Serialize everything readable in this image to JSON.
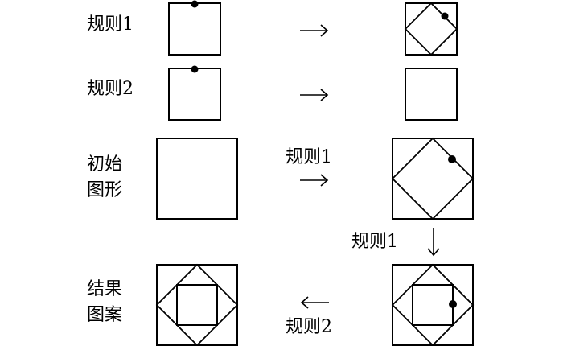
{
  "labels": {
    "rule1": "规则1",
    "rule2": "规则2",
    "initial_line1": "初始",
    "initial_line2": "图形",
    "result_line1": "结果",
    "result_line2": "图案"
  },
  "steps": [
    {
      "from": "初始图形",
      "rule": "规则1"
    },
    {
      "from": "step1",
      "rule": "规则1"
    },
    {
      "from": "step2",
      "rule": "规则2",
      "to": "结果图案"
    }
  ]
}
